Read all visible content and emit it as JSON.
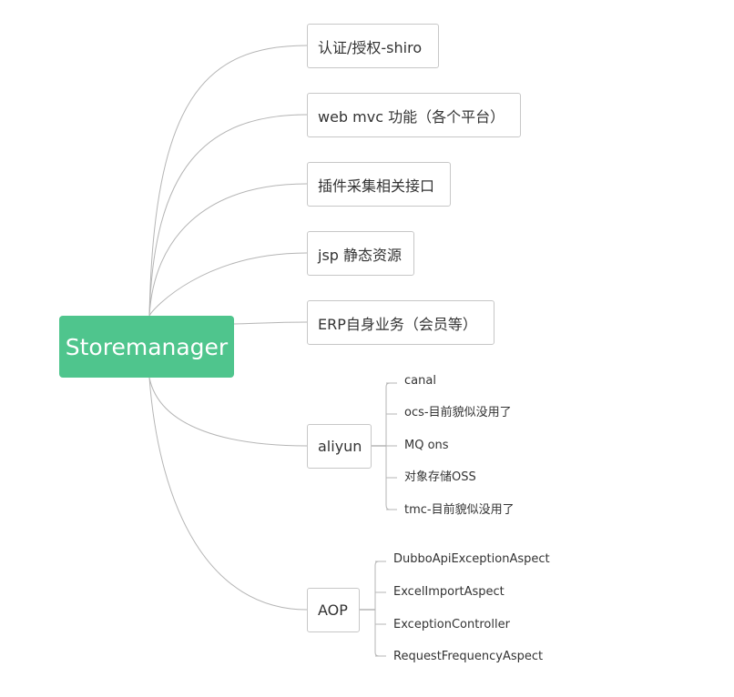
{
  "colors": {
    "root_fill": "#4fc58d",
    "root_text": "#ffffff",
    "node_border": "#c7c7c7",
    "link": "#b5b5b5",
    "text": "#333333"
  },
  "root": {
    "label": "Storemanager"
  },
  "topics": [
    {
      "label": "认证/授权-shiro"
    },
    {
      "label": "web mvc 功能（各个平台）"
    },
    {
      "label": "插件采集相关接口"
    },
    {
      "label": "jsp 静态资源"
    },
    {
      "label": "ERP自身业务（会员等）"
    },
    {
      "label": "aliyun",
      "children": [
        "canal",
        "ocs-目前貌似没用了",
        "MQ ons",
        "对象存储OSS",
        "tmc-目前貌似没用了"
      ]
    },
    {
      "label": "AOP",
      "children": [
        "DubboApiExceptionAspect",
        "ExcelImportAspect",
        "ExceptionController",
        "RequestFrequencyAspect"
      ]
    }
  ]
}
